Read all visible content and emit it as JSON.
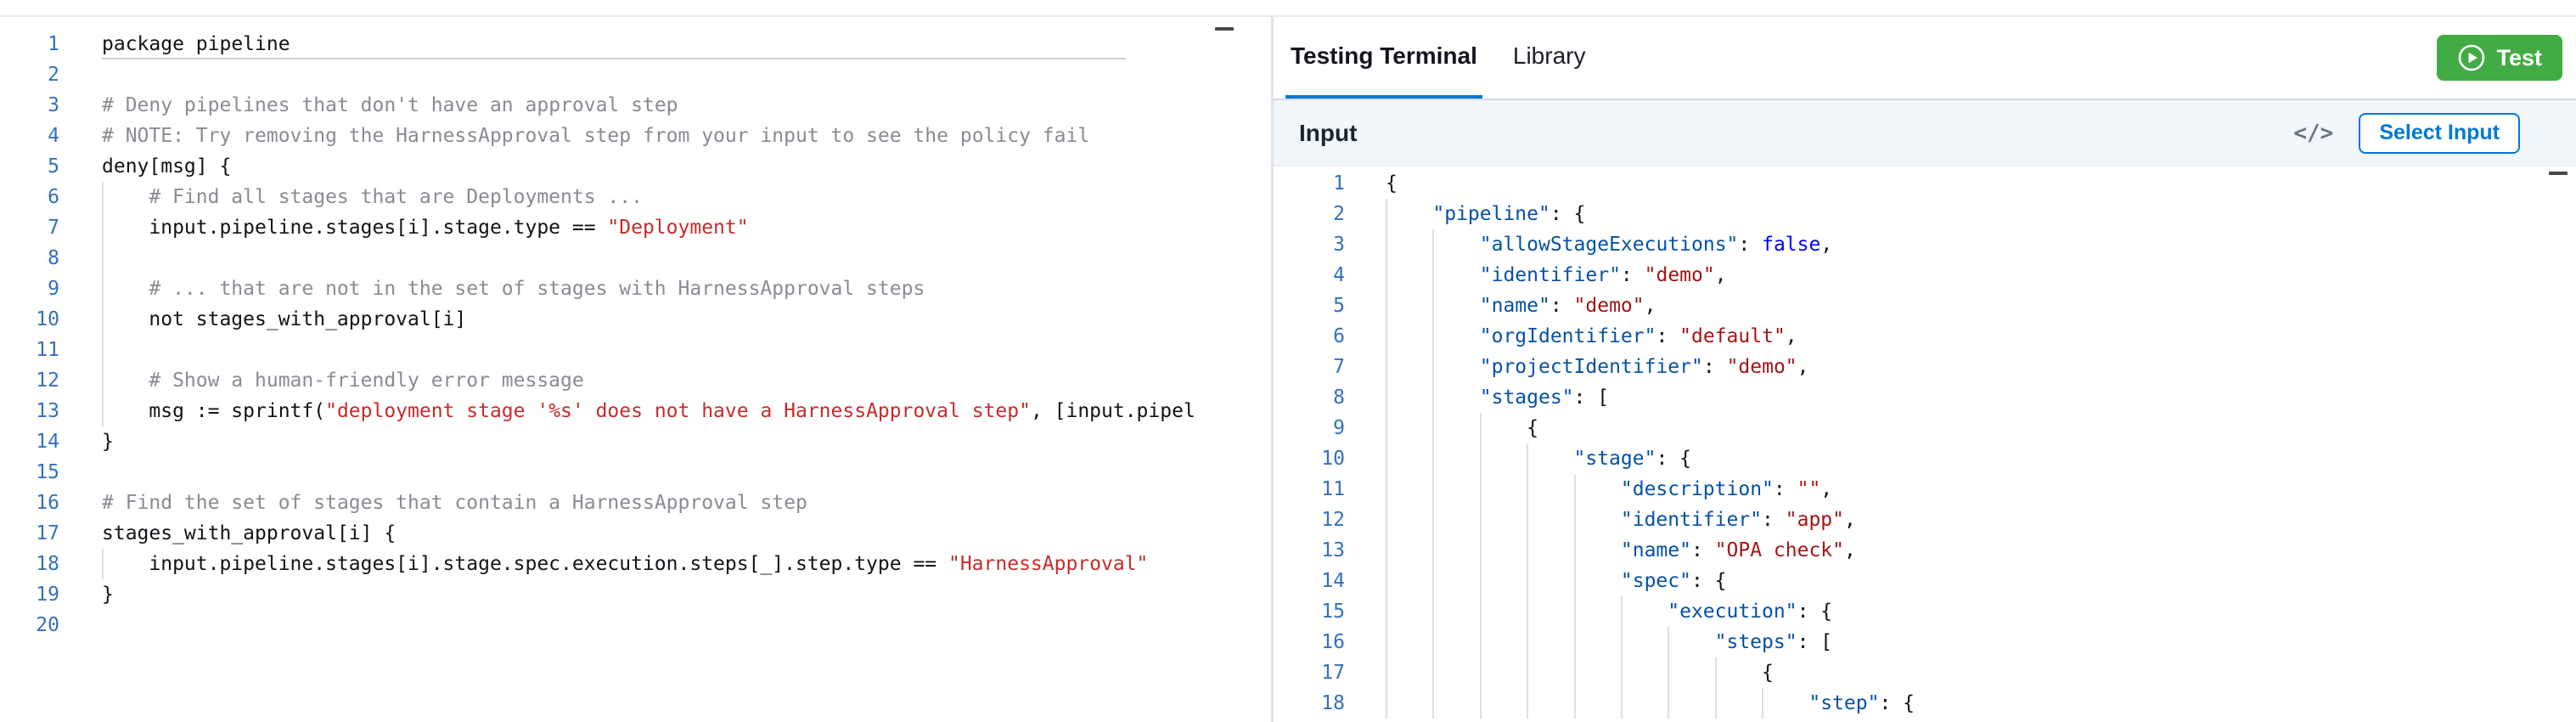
{
  "colors": {
    "accent_blue": "#0278d5",
    "test_button_green": "#42ab45",
    "line_number_blue": "#3470bd",
    "comment_gray": "#8a8a93",
    "rego_string_red": "#c62b2b",
    "json_key_navy": "#0451a5",
    "json_string_red": "#a31515",
    "json_keyword_blue": "#0000ff",
    "indent_guide_gray": "#dde0e6",
    "input_bar_bg": "#f1f6fb"
  },
  "left_editor": {
    "language": "rego-policy",
    "lines": [
      {
        "indent": 0,
        "rule_below": true,
        "segs": [
          [
            "plain",
            "package pipeline"
          ]
        ]
      },
      {
        "indent": 0,
        "segs": []
      },
      {
        "indent": 0,
        "segs": [
          [
            "comment",
            "# Deny pipelines that don't have an approval step"
          ]
        ]
      },
      {
        "indent": 0,
        "segs": [
          [
            "comment",
            "# NOTE: Try removing the HarnessApproval step from your input to see the policy fail"
          ]
        ]
      },
      {
        "indent": 0,
        "segs": [
          [
            "plain",
            "deny[msg] {"
          ]
        ]
      },
      {
        "indent": 1,
        "segs": [
          [
            "comment",
            "# Find all stages that are Deployments ..."
          ]
        ]
      },
      {
        "indent": 1,
        "segs": [
          [
            "plain",
            "input.pipeline.stages[i].stage.type == "
          ],
          [
            "string",
            "\"Deployment\""
          ]
        ]
      },
      {
        "indent": 1,
        "segs": []
      },
      {
        "indent": 1,
        "segs": [
          [
            "comment",
            "# ... that are not in the set of stages with HarnessApproval steps"
          ]
        ]
      },
      {
        "indent": 1,
        "segs": [
          [
            "plain",
            "not stages_with_approval[i]"
          ]
        ]
      },
      {
        "indent": 1,
        "segs": []
      },
      {
        "indent": 1,
        "segs": [
          [
            "comment",
            "# Show a human-friendly error message"
          ]
        ]
      },
      {
        "indent": 1,
        "segs": [
          [
            "plain",
            "msg := sprintf("
          ],
          [
            "string",
            "\"deployment stage '%s' does not have a HarnessApproval step\""
          ],
          [
            "plain",
            ", [input.pipel"
          ]
        ]
      },
      {
        "indent": 0,
        "segs": [
          [
            "plain",
            "}"
          ]
        ]
      },
      {
        "indent": 0,
        "segs": []
      },
      {
        "indent": 0,
        "segs": [
          [
            "comment",
            "# Find the set of stages that contain a HarnessApproval step"
          ]
        ]
      },
      {
        "indent": 0,
        "segs": [
          [
            "plain",
            "stages_with_approval[i] {"
          ]
        ]
      },
      {
        "indent": 1,
        "segs": [
          [
            "plain",
            "input.pipeline.stages[i].stage.spec.execution.steps[_].step.type == "
          ],
          [
            "string",
            "\"HarnessApproval\""
          ]
        ]
      },
      {
        "indent": 0,
        "segs": [
          [
            "plain",
            "}"
          ]
        ]
      },
      {
        "indent": 0,
        "segs": []
      }
    ]
  },
  "right_panel": {
    "tabs": [
      {
        "label": "Testing Terminal",
        "active": true
      },
      {
        "label": "Library",
        "active": false
      }
    ],
    "test_button": {
      "label": "Test"
    },
    "input_bar": {
      "title": "Input",
      "code_icon_glyph": "</>",
      "select_button_label": "Select Input"
    },
    "editor": {
      "language": "json",
      "lines": [
        {
          "indent": 0,
          "segs": [
            [
              "punct",
              "{"
            ]
          ]
        },
        {
          "indent": 1,
          "segs": [
            [
              "key",
              "\"pipeline\""
            ],
            [
              "punct",
              ": {"
            ]
          ]
        },
        {
          "indent": 2,
          "segs": [
            [
              "key",
              "\"allowStageExecutions\""
            ],
            [
              "punct",
              ": "
            ],
            [
              "kw",
              "false"
            ],
            [
              "punct",
              ","
            ]
          ]
        },
        {
          "indent": 2,
          "segs": [
            [
              "key",
              "\"identifier\""
            ],
            [
              "punct",
              ": "
            ],
            [
              "str",
              "\"demo\""
            ],
            [
              "punct",
              ","
            ]
          ]
        },
        {
          "indent": 2,
          "segs": [
            [
              "key",
              "\"name\""
            ],
            [
              "punct",
              ": "
            ],
            [
              "str",
              "\"demo\""
            ],
            [
              "punct",
              ","
            ]
          ]
        },
        {
          "indent": 2,
          "segs": [
            [
              "key",
              "\"orgIdentifier\""
            ],
            [
              "punct",
              ": "
            ],
            [
              "str",
              "\"default\""
            ],
            [
              "punct",
              ","
            ]
          ]
        },
        {
          "indent": 2,
          "segs": [
            [
              "key",
              "\"projectIdentifier\""
            ],
            [
              "punct",
              ": "
            ],
            [
              "str",
              "\"demo\""
            ],
            [
              "punct",
              ","
            ]
          ]
        },
        {
          "indent": 2,
          "segs": [
            [
              "key",
              "\"stages\""
            ],
            [
              "punct",
              ": ["
            ]
          ]
        },
        {
          "indent": 3,
          "segs": [
            [
              "punct",
              "{"
            ]
          ]
        },
        {
          "indent": 4,
          "segs": [
            [
              "key",
              "\"stage\""
            ],
            [
              "punct",
              ": {"
            ]
          ]
        },
        {
          "indent": 5,
          "segs": [
            [
              "key",
              "\"description\""
            ],
            [
              "punct",
              ": "
            ],
            [
              "str",
              "\"\""
            ],
            [
              "punct",
              ","
            ]
          ]
        },
        {
          "indent": 5,
          "segs": [
            [
              "key",
              "\"identifier\""
            ],
            [
              "punct",
              ": "
            ],
            [
              "str",
              "\"app\""
            ],
            [
              "punct",
              ","
            ]
          ]
        },
        {
          "indent": 5,
          "segs": [
            [
              "key",
              "\"name\""
            ],
            [
              "punct",
              ": "
            ],
            [
              "str",
              "\"OPA check\""
            ],
            [
              "punct",
              ","
            ]
          ]
        },
        {
          "indent": 5,
          "segs": [
            [
              "key",
              "\"spec\""
            ],
            [
              "punct",
              ": {"
            ]
          ]
        },
        {
          "indent": 6,
          "segs": [
            [
              "key",
              "\"execution\""
            ],
            [
              "punct",
              ": {"
            ]
          ]
        },
        {
          "indent": 7,
          "segs": [
            [
              "key",
              "\"steps\""
            ],
            [
              "punct",
              ": ["
            ]
          ]
        },
        {
          "indent": 8,
          "segs": [
            [
              "punct",
              "{"
            ]
          ]
        },
        {
          "indent": 9,
          "segs": [
            [
              "key",
              "\"step\""
            ],
            [
              "punct",
              ": {"
            ]
          ]
        }
      ]
    }
  }
}
